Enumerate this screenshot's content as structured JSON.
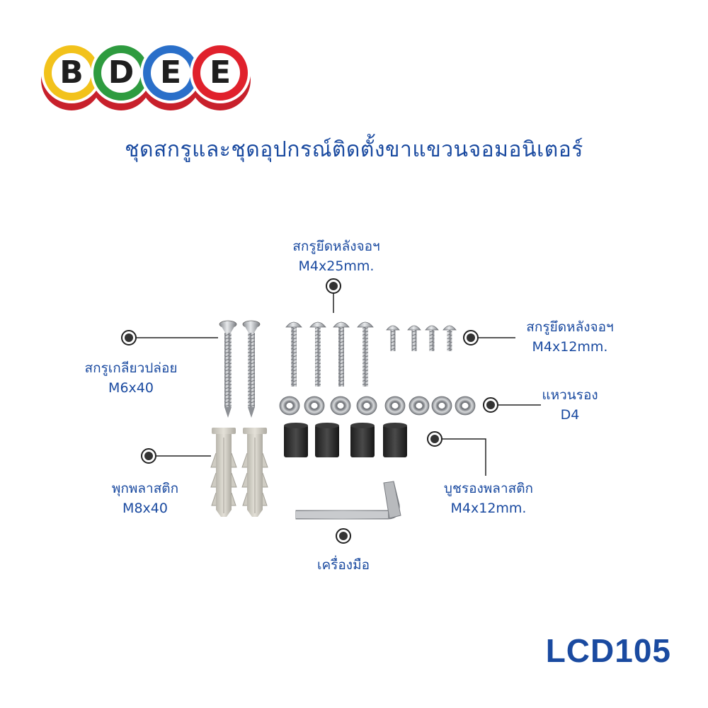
{
  "brand": {
    "name": "BDEE",
    "letters": [
      {
        "char": "B",
        "color": "#f2c21b"
      },
      {
        "char": "D",
        "color": "#2e9b3f"
      },
      {
        "char": "E",
        "color": "#2a6fc9"
      },
      {
        "char": "E",
        "color": "#e0212c"
      }
    ]
  },
  "title": "ชุดสกรูและชุดอุปกรณ์ติดตั้งขาแขวนจอมอนิเตอร์",
  "labels": {
    "screw_back_25_line1": "สกรูยึดหลังจอฯ",
    "screw_back_25_line2": "M4x25mm.",
    "screw_back_12_line1": "สกรูยึดหลังจอฯ",
    "screw_back_12_line2": "M4x12mm.",
    "wood_screw_line1": "สกรูเกลียวปล่อย",
    "wood_screw_line2": "M6x40",
    "washer_line1": "แหวนรอง",
    "washer_line2": "D4",
    "anchor_line1": "พุกพลาสติก",
    "anchor_line2": "M8x40",
    "bushing_line1": "บูชรองพลาสติก",
    "bushing_line2": "M4x12mm.",
    "tool": "เครื่องมือ"
  },
  "model": "LCD105",
  "icons": [
    "bullet-marker-icon"
  ],
  "colors": {
    "accent": "#1a4aa0",
    "marker": "#333333"
  }
}
